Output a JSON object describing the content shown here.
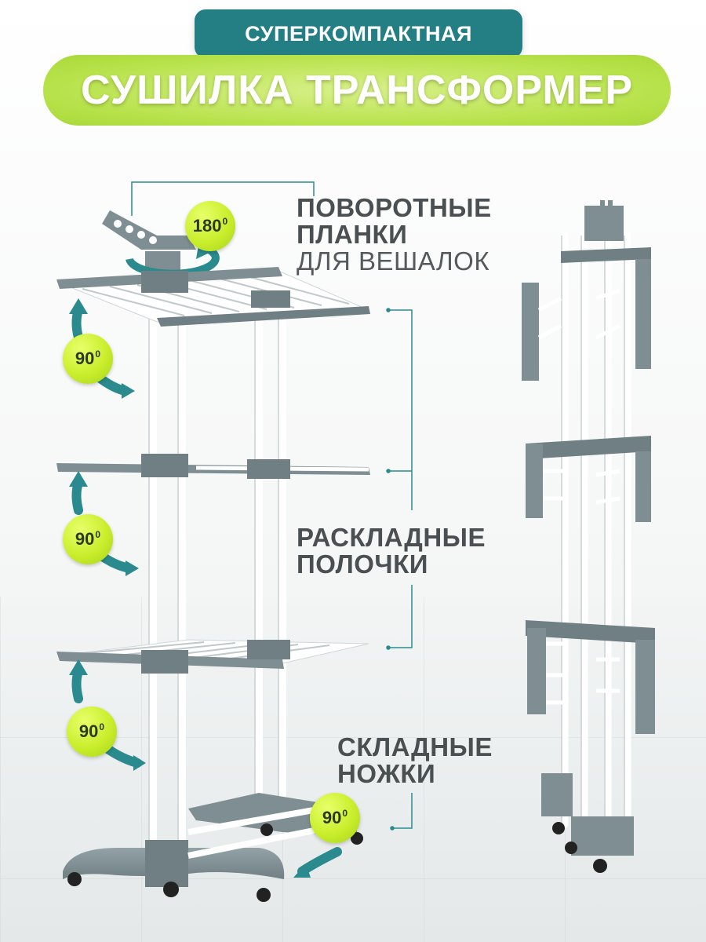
{
  "header": {
    "badge_text": "СУПЕРКОМПАКТНАЯ",
    "title": "СУШИЛКА ТРАНСФОРМЕР"
  },
  "callouts": {
    "rotating": {
      "line1": "ПОВОРОТНЫЕ",
      "line2": "ПЛАНКИ",
      "line3": "ДЛЯ ВЕШАЛОК"
    },
    "shelves": {
      "line1": "РАСКЛАДНЫЕ",
      "line2": "ПОЛОЧКИ"
    },
    "legs": {
      "line1": "СКЛАДНЫЕ",
      "line2": "НОЖКИ"
    }
  },
  "angles": {
    "rotate": "180",
    "fold_shelf_1": "90",
    "fold_shelf_2": "90",
    "fold_shelf_3": "90",
    "fold_legs": "90",
    "degree_mark": "0"
  },
  "colors": {
    "teal": "#247f84",
    "lime": "#b7e24a",
    "frame_gray": "#7f8e92",
    "rail_white": "#ffffff",
    "text_gray": "#4a4f52"
  }
}
